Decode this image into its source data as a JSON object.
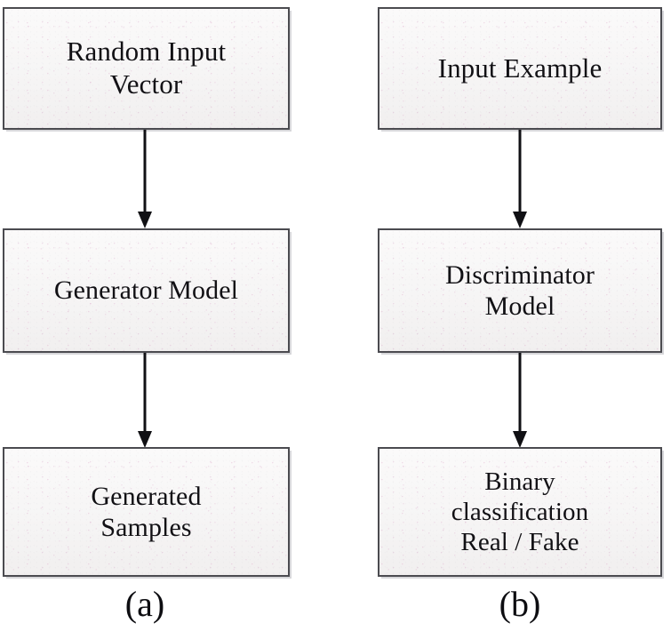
{
  "figure": {
    "type": "flow-diagram",
    "description": "Two parallel vertical flowcharts: (a) Generator pipeline and (b) Discriminator pipeline of a GAN",
    "background_color": "#ffffff",
    "box_fill_color": "#f4f3f3",
    "box_border_color": "#4b4b50",
    "text_color": "#111014",
    "arrow_color": "#101014"
  },
  "panels": [
    {
      "id": "panel-a",
      "caption": "(a)",
      "nodes": [
        {
          "id": "random-input-vector",
          "label": "Random Input\nVector"
        },
        {
          "id": "generator-model",
          "label": "Generator Model"
        },
        {
          "id": "generated-samples",
          "label": "Generated\nSamples"
        }
      ],
      "edges": [
        {
          "from": "random-input-vector",
          "to": "generator-model",
          "style": "solid-arrow",
          "direction": "down"
        },
        {
          "from": "generator-model",
          "to": "generated-samples",
          "style": "solid-arrow",
          "direction": "down"
        }
      ]
    },
    {
      "id": "panel-b",
      "caption": "(b)",
      "nodes": [
        {
          "id": "input-example",
          "label": "Input Example"
        },
        {
          "id": "discriminator-model",
          "label": "Discriminator\nModel"
        },
        {
          "id": "binary-classification",
          "label": "Binary\nclassification\nReal / Fake"
        }
      ],
      "edges": [
        {
          "from": "input-example",
          "to": "discriminator-model",
          "style": "solid-arrow",
          "direction": "down"
        },
        {
          "from": "discriminator-model",
          "to": "binary-classification",
          "style": "solid-arrow",
          "direction": "down"
        }
      ]
    }
  ]
}
